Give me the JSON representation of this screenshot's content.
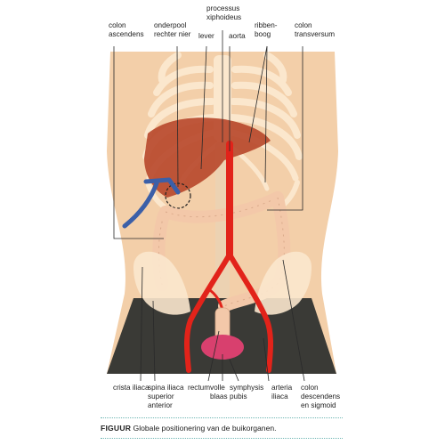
{
  "labels_top": {
    "colon_ascendens": [
      "colon",
      "ascendens"
    ],
    "onderpool": [
      "onderpool",
      "rechter nier"
    ],
    "lever": [
      "lever"
    ],
    "processus": [
      "processus",
      "xiphoideus"
    ],
    "aorta": [
      "aorta"
    ],
    "ribbenboog": [
      "ribben-",
      "boog"
    ],
    "colon_transversum": [
      "colon",
      "transversum"
    ]
  },
  "labels_bottom": {
    "crista_iliaca": [
      "crista iliaca"
    ],
    "spina_iliaca": [
      "spina iliaca",
      "superior",
      "anterior"
    ],
    "rectum": [
      "rectum"
    ],
    "volle_blaas": [
      "volle",
      "blaas"
    ],
    "symphysis": [
      "symphysis",
      "pubis"
    ],
    "arteria_iliaca": [
      "arteria",
      "iliaca"
    ],
    "colon_descendens": [
      "colon",
      "descendens",
      "en sigmoid"
    ]
  },
  "caption": {
    "prefix": "FIGUUR",
    "text": "Globale positionering van de buikorganen."
  },
  "colors": {
    "skin": "#f3cfa9",
    "bone": "#fbe7cd",
    "organ": "#b94a2e",
    "artery": "#e2231a",
    "vein": "#3b5fa8",
    "intestine": "#f3c8a9",
    "bladder": "#d8406e",
    "shorts": "#3a3a36",
    "caption_rule": "#6fb5b3"
  }
}
